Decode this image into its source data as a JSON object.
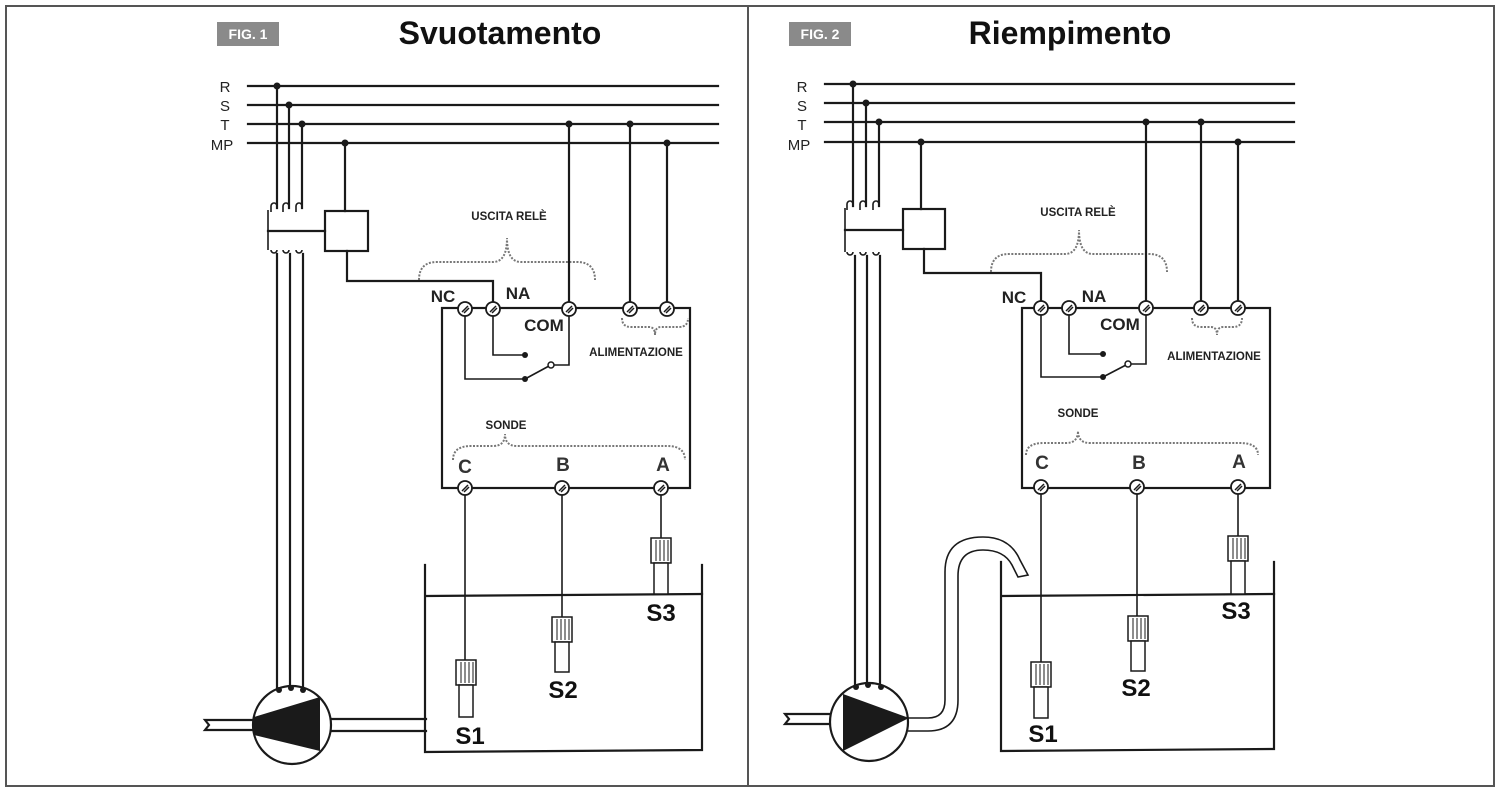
{
  "figures": [
    {
      "tag": "FIG. 1",
      "title": "Svuotamento",
      "mode": "emptying",
      "coil_connected_to": "NA",
      "bus_labels": [
        "R",
        "S",
        "T",
        "MP"
      ],
      "relay_output_label": "USCITA RELÈ",
      "relay_terminals": [
        "NC",
        "NA",
        "COM"
      ],
      "power_label": "ALIMENTAZIONE",
      "probes_label": "SONDE",
      "probe_terminals": [
        "C",
        "B",
        "A"
      ],
      "probes": [
        "S1",
        "S2",
        "S3"
      ]
    },
    {
      "tag": "FIG. 2",
      "title": "Riempimento",
      "mode": "filling",
      "coil_connected_to": "NC",
      "bus_labels": [
        "R",
        "S",
        "T",
        "MP"
      ],
      "relay_output_label": "USCITA RELÈ",
      "relay_terminals": [
        "NC",
        "NA",
        "COM"
      ],
      "power_label": "ALIMENTAZIONE",
      "probes_label": "SONDE",
      "probe_terminals": [
        "C",
        "B",
        "A"
      ],
      "probes": [
        "S1",
        "S2",
        "S3"
      ]
    }
  ],
  "colors": {
    "line": "#1a1a1a",
    "tag_bg": "#8a8a8a",
    "border": "#555555"
  }
}
